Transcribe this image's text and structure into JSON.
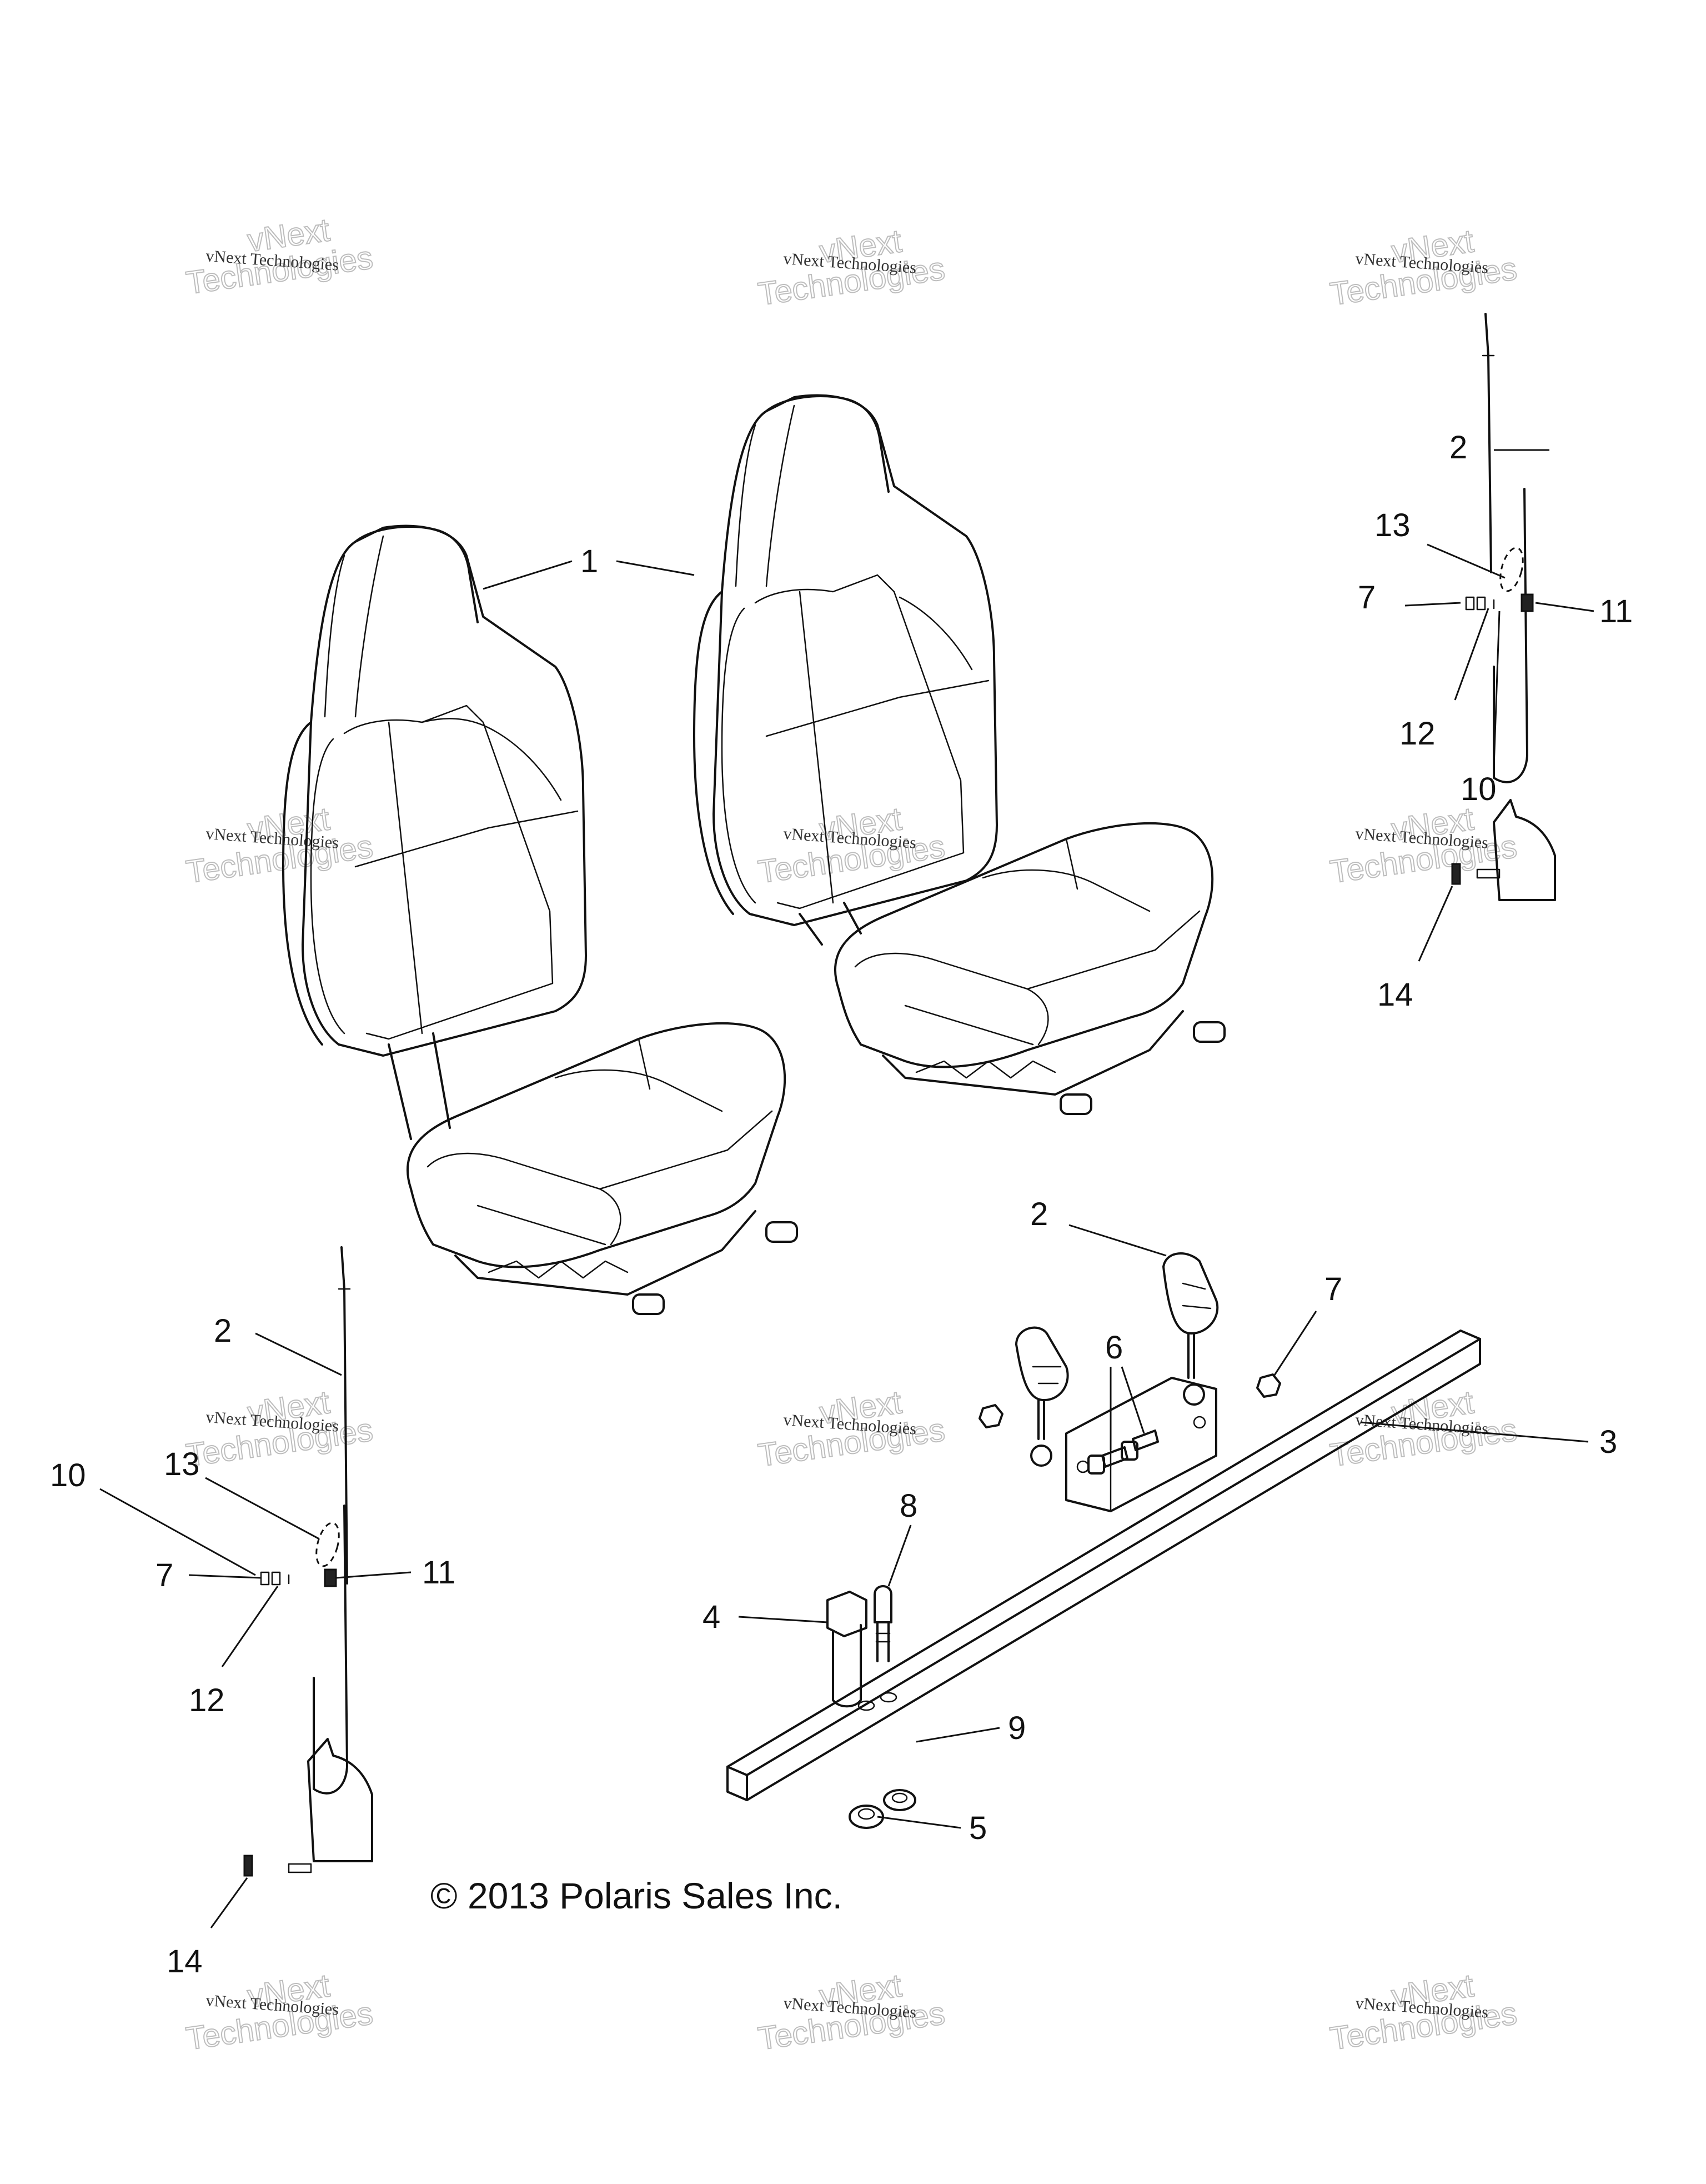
{
  "copyright": "© 2013 Polaris Sales Inc.",
  "watermark": {
    "line1": "vNext Technologies",
    "line2": "Technologies",
    "line3": "vNext"
  },
  "callouts": {
    "c1": "1",
    "c2_right": "2",
    "c13_right": "13",
    "c7_right": "7",
    "c11_right": "11",
    "c12_right": "12",
    "c10_right": "10",
    "c14_right": "14",
    "c2_left": "2",
    "c10_left": "10",
    "c13_left": "13",
    "c7_left": "7",
    "c11_left": "11",
    "c12_left": "12",
    "c14_left": "14",
    "c2_center": "2",
    "c7_center": "7",
    "c6": "6",
    "c3": "3",
    "c8": "8",
    "c4": "4",
    "c9": "9",
    "c5": "5"
  },
  "parts": {
    "seat": "seat-assembly",
    "belt": "seat-belt",
    "buckle": "seat-belt-buckle",
    "crossbar": "seat-mount-crossbar"
  }
}
